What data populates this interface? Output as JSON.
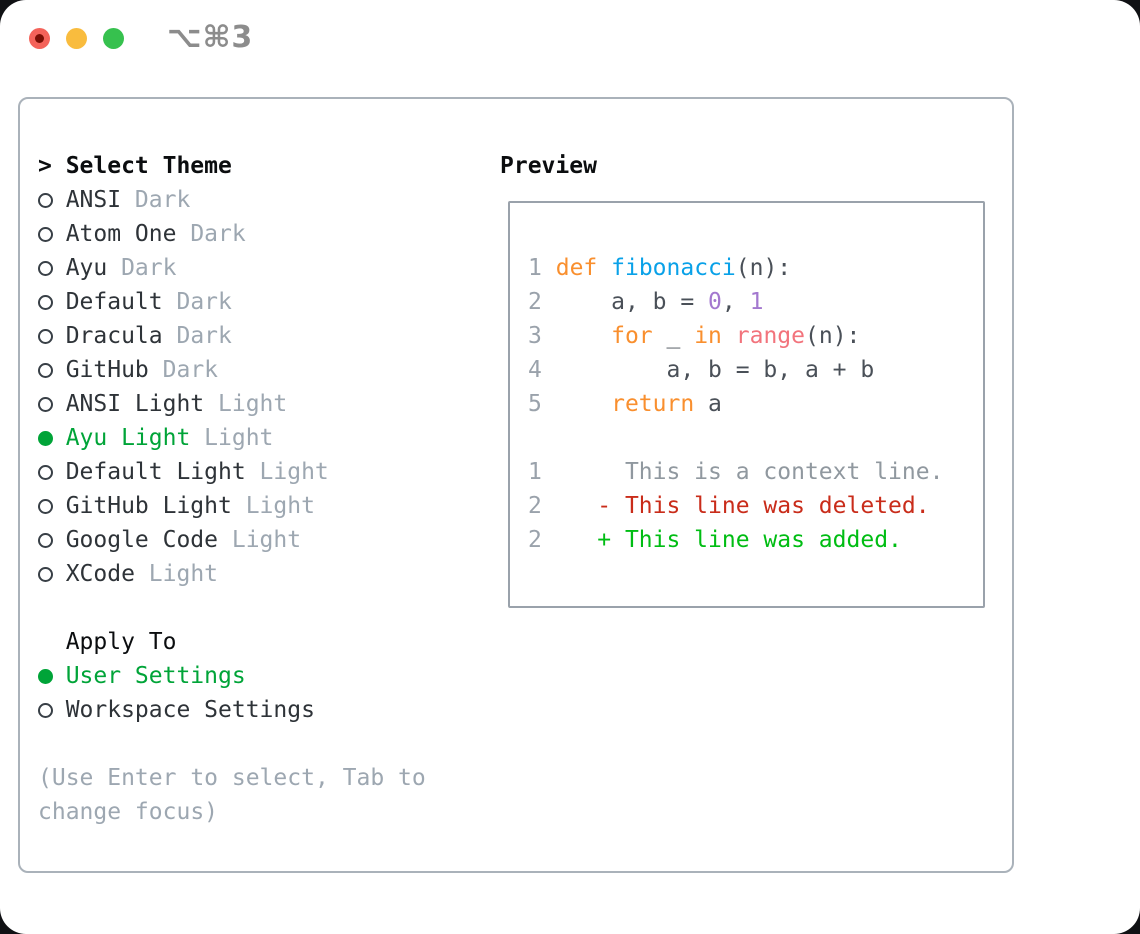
{
  "window": {
    "title": "⌥⌘3"
  },
  "colors": {
    "traffic_red": "#f4635a",
    "traffic_red_dot": "#7a0f05",
    "traffic_yellow": "#f9bc3e",
    "traffic_green": "#36c14e",
    "title_gray": "#8c8c8c",
    "border_panel": "#aab2ba",
    "border_preview": "#9aa2ab",
    "radio_border": "#383f46",
    "text_dark": "#2e3338",
    "text_black": "#0b0d0f",
    "muted": "#9da7b1",
    "green_select": "#00a438",
    "code_fg": "#4a5058",
    "code_line_number": "#9aa2ab",
    "code_keyword": "#f98f2e",
    "code_function": "#09a1e8",
    "code_call": "#f2737c",
    "code_number": "#a378cf",
    "diff_context": "#90989f",
    "diff_deleted": "#c92c1a",
    "diff_added": "#00bd13"
  },
  "theme_list": {
    "header_marker": ">",
    "header_label": "Select Theme",
    "items": [
      {
        "name": "ANSI",
        "variant": "Dark",
        "selected": false
      },
      {
        "name": "Atom One",
        "variant": "Dark",
        "selected": false
      },
      {
        "name": "Ayu",
        "variant": "Dark",
        "selected": false
      },
      {
        "name": "Default",
        "variant": "Dark",
        "selected": false
      },
      {
        "name": "Dracula",
        "variant": "Dark",
        "selected": false
      },
      {
        "name": "GitHub",
        "variant": "Dark",
        "selected": false
      },
      {
        "name": "ANSI Light",
        "variant": "Light",
        "selected": false
      },
      {
        "name": "Ayu Light",
        "variant": "Light",
        "selected": true
      },
      {
        "name": "Default Light",
        "variant": "Light",
        "selected": false
      },
      {
        "name": "GitHub Light",
        "variant": "Light",
        "selected": false
      },
      {
        "name": "Google Code",
        "variant": "Light",
        "selected": false
      },
      {
        "name": "XCode",
        "variant": "Light",
        "selected": false
      }
    ]
  },
  "apply_to": {
    "label": "Apply To",
    "options": [
      {
        "name": "User Settings",
        "selected": true
      },
      {
        "name": "Workspace Settings",
        "selected": false
      }
    ]
  },
  "hint_lines": [
    "(Use Enter to select, Tab to",
    "change focus)"
  ],
  "preview": {
    "label": "Preview",
    "code_lines": [
      {
        "segments": [
          {
            "t": "1",
            "c": "ln"
          },
          {
            "t": " ",
            "c": "fg"
          },
          {
            "t": "def",
            "c": "kw"
          },
          {
            "t": " ",
            "c": "fg"
          },
          {
            "t": "fibonacci",
            "c": "fn"
          },
          {
            "t": "(n):",
            "c": "fg"
          }
        ]
      },
      {
        "segments": [
          {
            "t": "2",
            "c": "ln"
          },
          {
            "t": "     a, b = ",
            "c": "fg"
          },
          {
            "t": "0",
            "c": "num"
          },
          {
            "t": ", ",
            "c": "fg"
          },
          {
            "t": "1",
            "c": "num"
          }
        ]
      },
      {
        "segments": [
          {
            "t": "3",
            "c": "ln"
          },
          {
            "t": "     ",
            "c": "fg"
          },
          {
            "t": "for",
            "c": "kw"
          },
          {
            "t": " _ ",
            "c": "fg"
          },
          {
            "t": "in",
            "c": "kw"
          },
          {
            "t": " ",
            "c": "fg"
          },
          {
            "t": "range",
            "c": "call"
          },
          {
            "t": "(n):",
            "c": "fg"
          }
        ]
      },
      {
        "segments": [
          {
            "t": "4",
            "c": "ln"
          },
          {
            "t": "         a, b = b, a + b",
            "c": "fg"
          }
        ]
      },
      {
        "segments": [
          {
            "t": "5",
            "c": "ln"
          },
          {
            "t": "     ",
            "c": "fg"
          },
          {
            "t": "return",
            "c": "kw"
          },
          {
            "t": " a",
            "c": "fg"
          }
        ]
      },
      {
        "segments": []
      },
      {
        "segments": [
          {
            "t": "1",
            "c": "ln"
          },
          {
            "t": "      This is a context line.",
            "c": "ctx"
          }
        ]
      },
      {
        "segments": [
          {
            "t": "2",
            "c": "ln"
          },
          {
            "t": "    ",
            "c": "fg"
          },
          {
            "t": "- This line was deleted.",
            "c": "del"
          }
        ]
      },
      {
        "segments": [
          {
            "t": "2",
            "c": "ln"
          },
          {
            "t": "    ",
            "c": "fg"
          },
          {
            "t": "+ This line was added.",
            "c": "add"
          }
        ]
      }
    ]
  }
}
